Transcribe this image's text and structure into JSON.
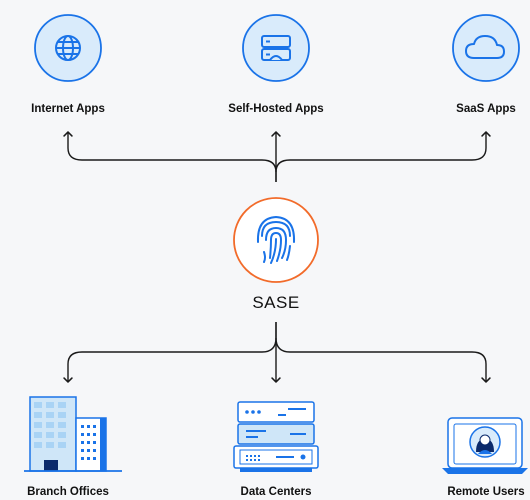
{
  "top_nodes": [
    {
      "label": "Internet Apps",
      "icon": "globe-icon"
    },
    {
      "label": "Self-Hosted Apps",
      "icon": "server-stack-icon"
    },
    {
      "label": "SaaS Apps",
      "icon": "cloud-icon"
    }
  ],
  "center": {
    "label": "SASE",
    "icon": "fingerprint-icon"
  },
  "bottom_nodes": [
    {
      "label": "Branch Offices",
      "icon": "office-building-icon"
    },
    {
      "label": "Data Centers",
      "icon": "server-rack-icon"
    },
    {
      "label": "Remote Users",
      "icon": "laptop-user-icon"
    }
  ],
  "colors": {
    "icon_blue": "#1a73e8",
    "circle_fill": "#d9ebfb",
    "accent_orange": "#f26b2a",
    "line": "#1a1a1a",
    "text": "#111111",
    "light_blue": "#a9d3f5"
  }
}
